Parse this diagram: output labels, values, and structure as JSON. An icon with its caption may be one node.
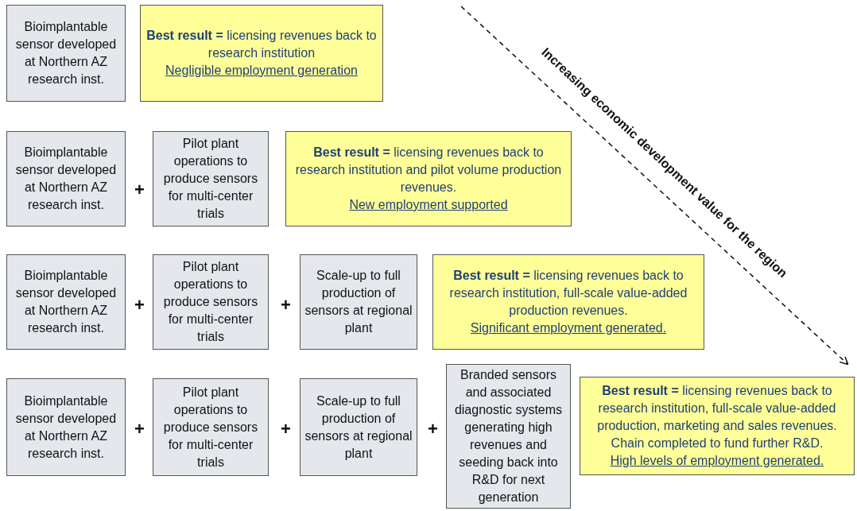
{
  "diagram": {
    "nodes": [
      {
        "text": [
          "Bioimplantable sensor developed at Northern AZ research inst."
        ]
      },
      {
        "text": [
          "**Best result =** licensing revenues back to research institution",
          "Negligible employment generation"
        ]
      },
      {
        "text": [
          "Bioimplantable sensor developed at Northern AZ research inst."
        ]
      },
      {
        "text": [
          "Pilot plant operations to produce sensors for multi-center trials"
        ]
      },
      {
        "text": [
          "**Best result =** licensing revenues back to research institution and pilot volume production revenues.",
          "New employment supported"
        ]
      },
      {
        "text": [
          "Bioimplantable sensor developed at Northern AZ research inst."
        ]
      },
      {
        "text": [
          "Pilot plant operations to produce sensors for multi-center trials"
        ]
      },
      {
        "text": [
          "Scale-up to full production of sensors at regional plant"
        ]
      },
      {
        "text": [
          "**Best result =** licensing revenues back to research institution, full-scale value-added production revenues.",
          "Significant employment generated."
        ]
      },
      {
        "text": [
          "Bioimplantable sensor developed at Northern AZ research inst."
        ]
      },
      {
        "text": [
          "Pilot plant operations to produce sensors for multi-center trials"
        ]
      },
      {
        "text": [
          "Scale-up to full production of sensors at regional plant"
        ]
      },
      {
        "text": [
          "Branded sensors and associated diagnostic systems generating high revenues and seeding back into R&D for next generation"
        ]
      },
      {
        "text": [
          "**Best result =** licensing revenues back to research institution, full-scale value-added production, marketing and sales revenues.",
          "Chain completed to fund further R&D.",
          "High levels of employment generated."
        ]
      }
    ],
    "labels": [
      "Increasing economic development value for the region",
      "+",
      "+",
      "+",
      "+",
      "+",
      "+"
    ]
  }
}
